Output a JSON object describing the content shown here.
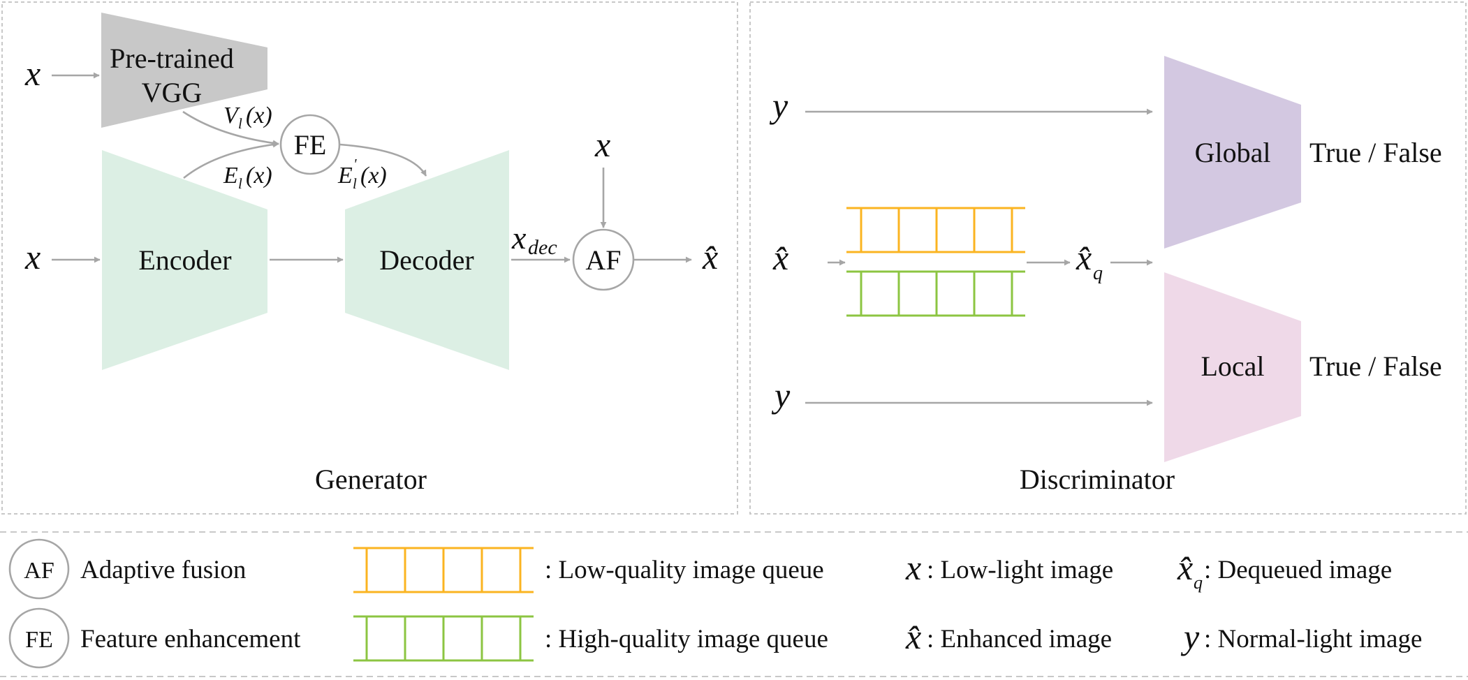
{
  "generator": {
    "caption": "Generator",
    "vgg_label_line1": "Pre-trained",
    "vgg_label_line2": "VGG",
    "encoder_label": "Encoder",
    "decoder_label": "Decoder",
    "fe_label": "FE",
    "af_label": "AF",
    "input_x_top": "x",
    "input_x_mid": "x",
    "input_x_af": "x",
    "output": "x̂",
    "v_main": "V",
    "v_sub": "l",
    "v_arg": "(x)",
    "e_main": "E",
    "e_sub": "l",
    "e_arg": "(x)",
    "ep_main": "E",
    "ep_sub": "l",
    "ep_sup": "'",
    "ep_arg": "(x)",
    "xdec_main": "x",
    "xdec_sub": "dec"
  },
  "discriminator": {
    "caption": "Discriminator",
    "global_label": "Global",
    "local_label": "Local",
    "global_output": "True / False",
    "local_output": "True / False",
    "input_y_top": "y",
    "input_xhat": "x̂",
    "input_y_bottom": "y",
    "dequeued_main": "x̂",
    "dequeued_sub": "q"
  },
  "legend": {
    "af_symbol": "AF",
    "af_text": "Adaptive fusion",
    "fe_symbol": "FE",
    "fe_text": "Feature enhancement",
    "low_queue_text": ": Low-quality image queue",
    "high_queue_text": ": High-quality image queue",
    "x_symbol": "x",
    "x_text": ": Low-light image",
    "xhat_symbol": "x̂",
    "xhat_text": ": Enhanced image",
    "xq_symbol": "x̂",
    "xq_sub": "q",
    "xq_text": ": Dequeued image",
    "y_symbol": "y",
    "y_text": ": Normal-light image"
  },
  "colors": {
    "vgg": "#c8c8c8",
    "encoder_decoder": "#dcefe4",
    "global": "#d3c8e1",
    "local": "#efd9e8",
    "low_queue": "#fbb421",
    "high_queue": "#8cc542",
    "arrow": "#a6a6a6"
  }
}
